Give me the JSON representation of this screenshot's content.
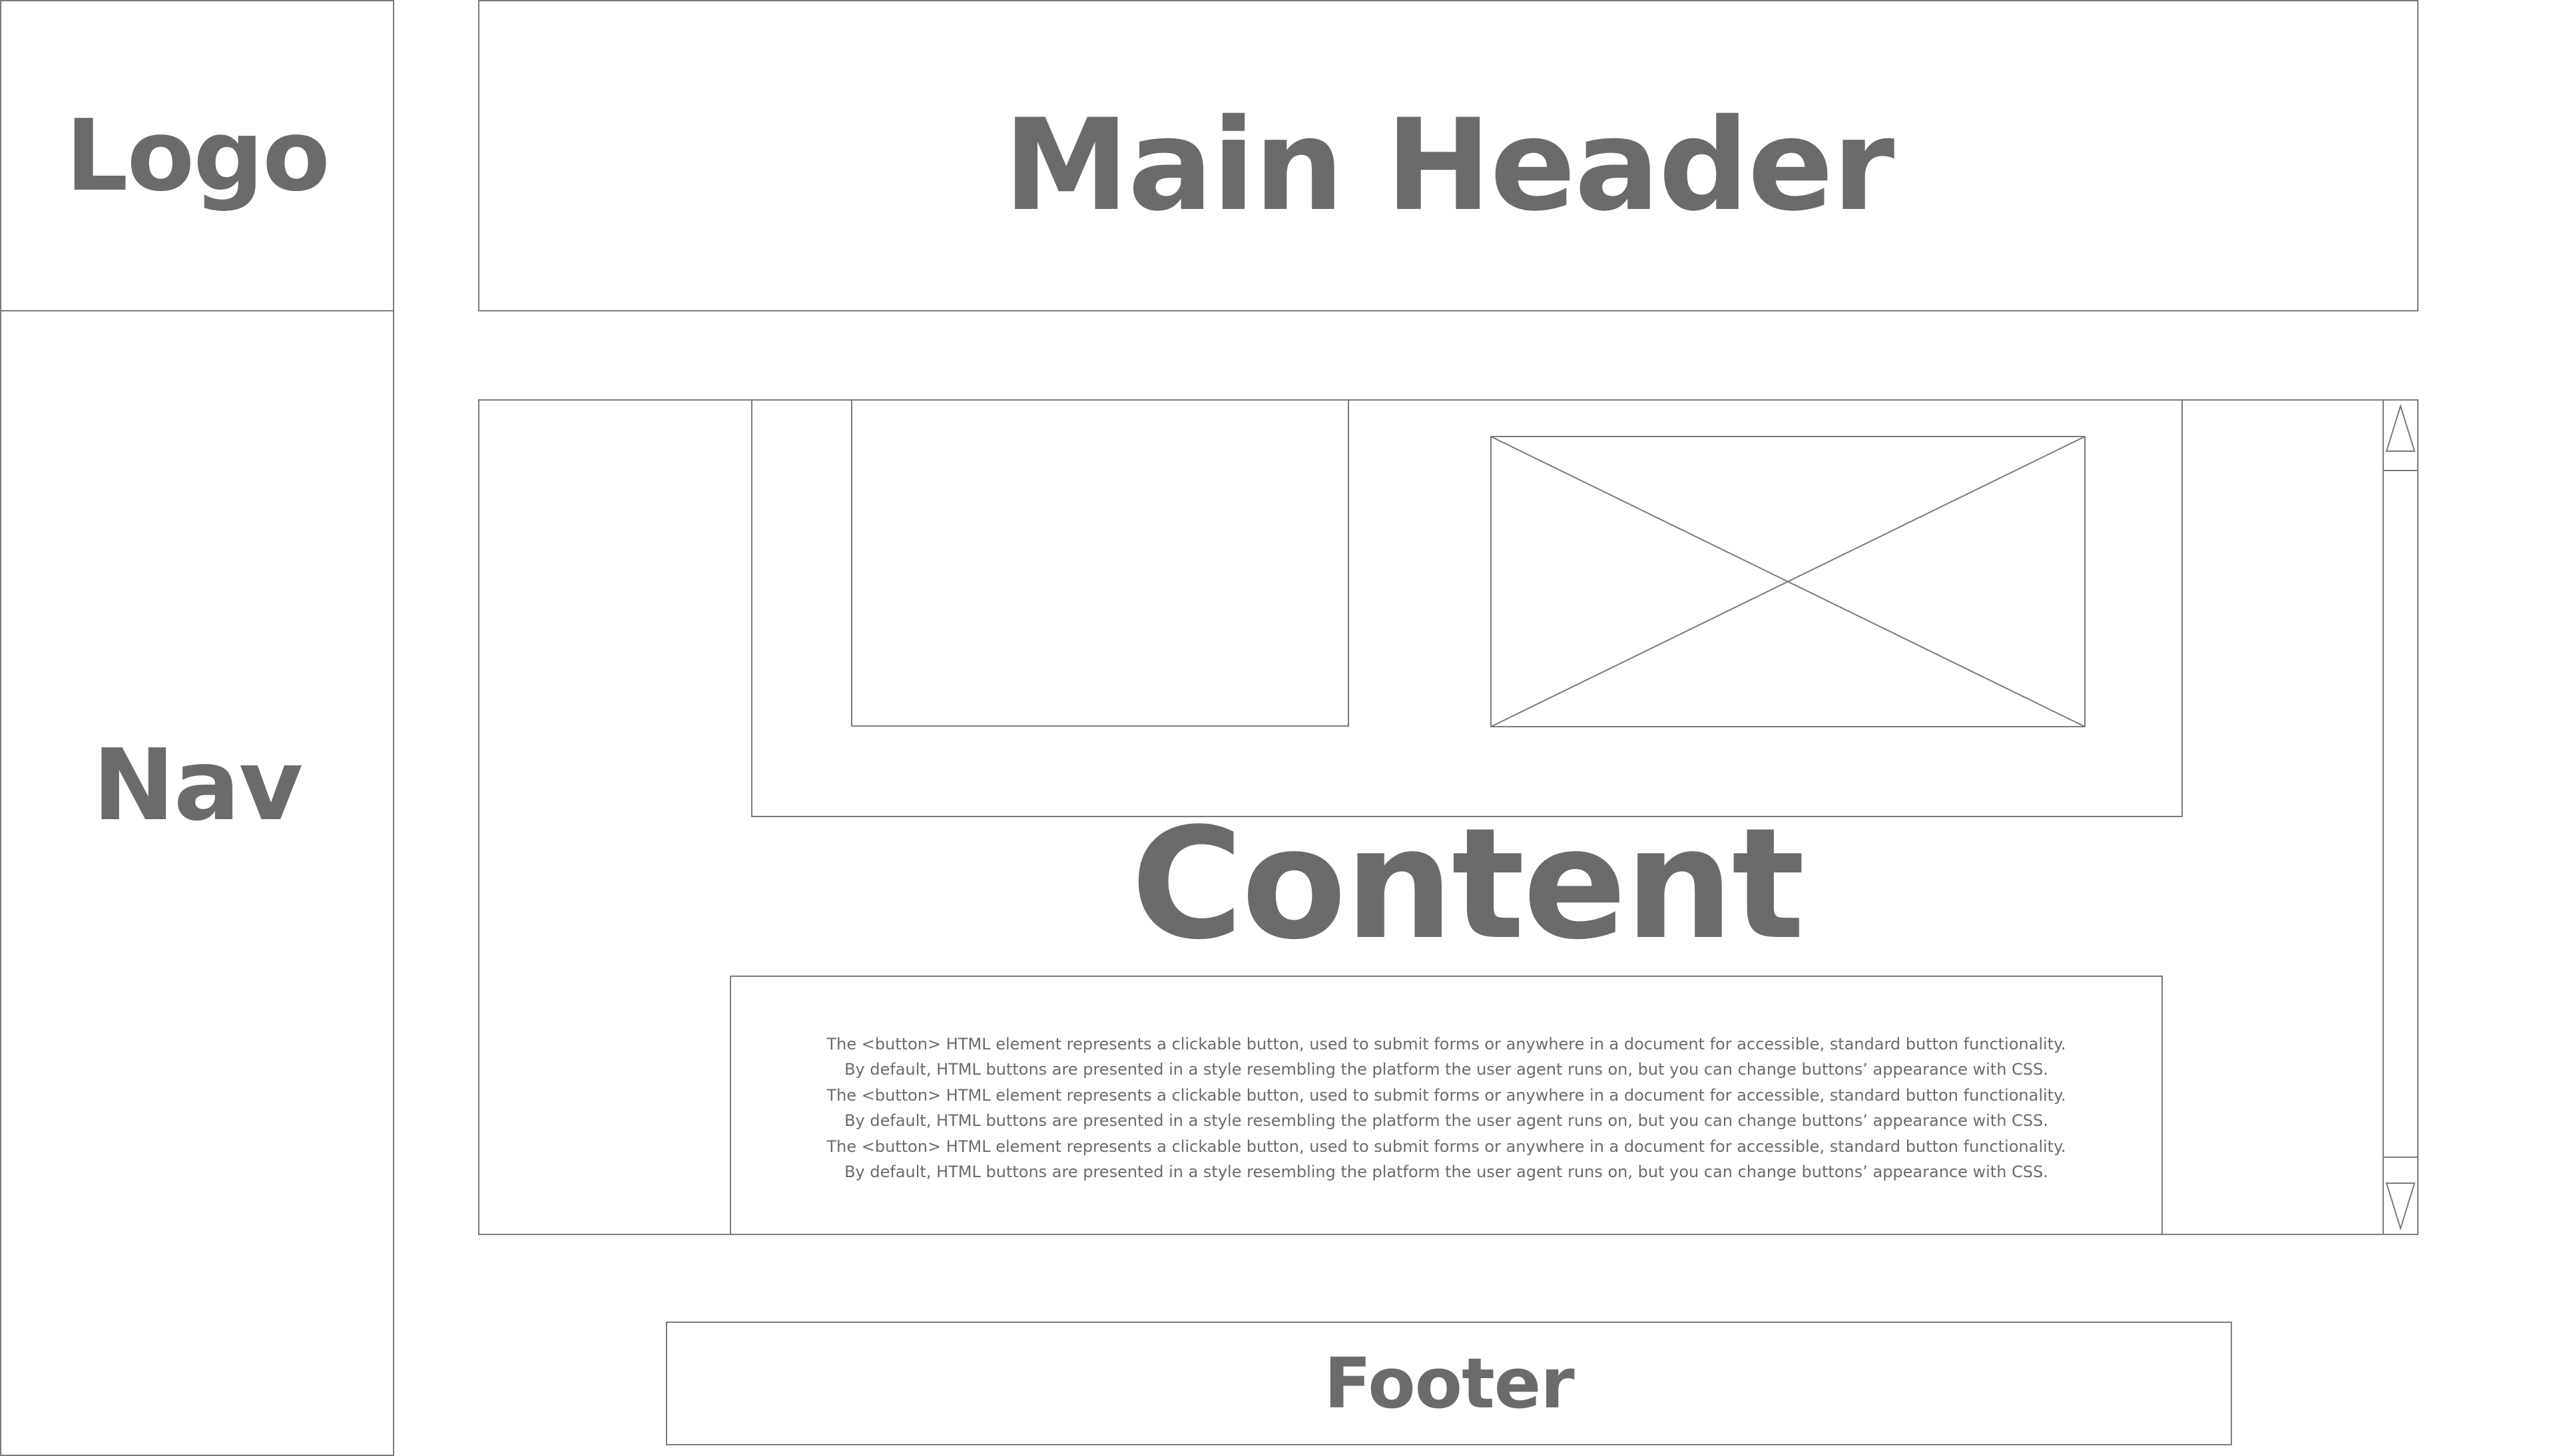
{
  "logo": {
    "label": "Logo"
  },
  "nav": {
    "label": "Nav"
  },
  "header": {
    "title": "Main Header"
  },
  "content": {
    "title": "Content",
    "paragraph_lines": [
      "The <button> HTML element represents a clickable button, used to submit forms or anywhere in a document for accessible, standard button functionality.",
      "By default, HTML buttons are presented in a style resembling the platform the user agent runs on, but you can change buttons’ appearance with CSS.",
      "The <button> HTML element represents a clickable button, used to submit forms or anywhere in a document for accessible, standard button functionality.",
      "By default, HTML buttons are presented in a style resembling the platform the user agent runs on, but you can change buttons’ appearance with CSS.",
      "The <button> HTML element represents a clickable button, used to submit forms or anywhere in a document for accessible, standard button functionality.",
      "By default, HTML buttons are presented in a style resembling the platform the user agent runs on, but you can change buttons’ appearance with CSS."
    ]
  },
  "scrollbar": {
    "up_icon": "triangle-up-icon",
    "down_icon": "triangle-down-icon"
  },
  "footer": {
    "label": "Footer"
  },
  "colors": {
    "border": "#7a7a7a",
    "text": "#6b6b6b",
    "background": "#ffffff"
  }
}
